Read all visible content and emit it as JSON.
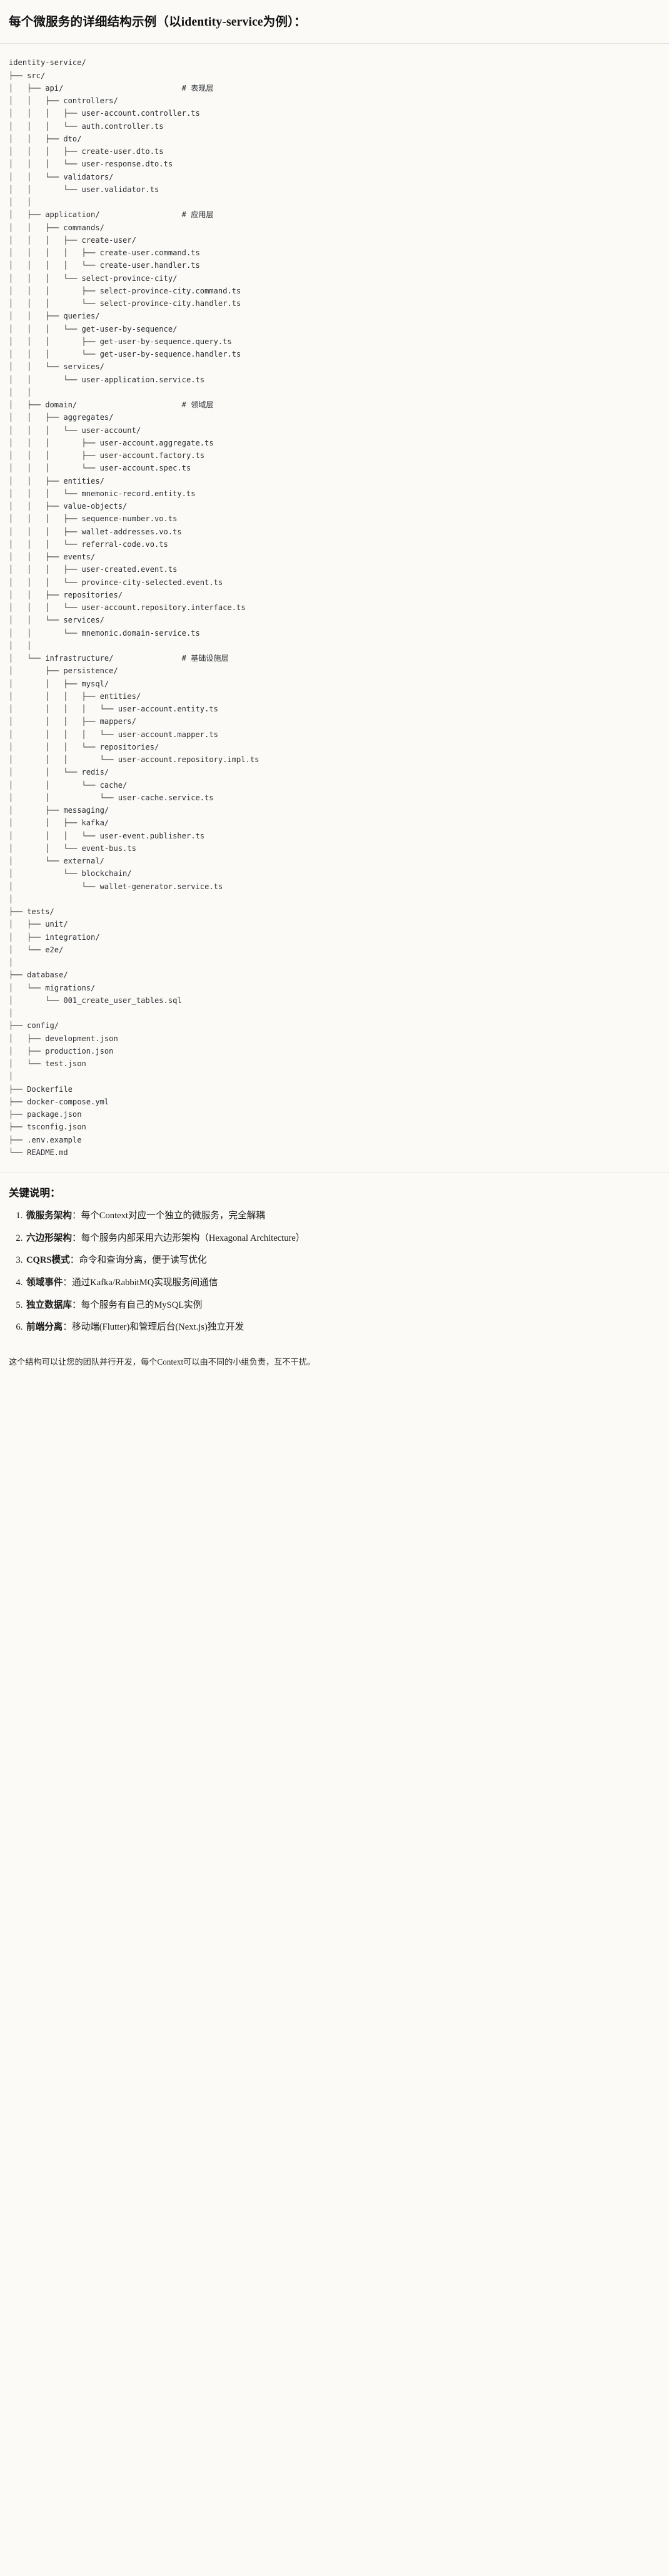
{
  "header": {
    "title": "每个微服务的详细结构示例（以identity-service为例）："
  },
  "tree": {
    "root": "identity-service/",
    "lines": [
      "identity-service/",
      "├── src/",
      "│   ├── api/                          # 表现层",
      "│   │   ├── controllers/",
      "│   │   │   ├── user-account.controller.ts",
      "│   │   │   └── auth.controller.ts",
      "│   │   ├── dto/",
      "│   │   │   ├── create-user.dto.ts",
      "│   │   │   └── user-response.dto.ts",
      "│   │   └── validators/",
      "│   │       └── user.validator.ts",
      "│   │",
      "│   ├── application/                  # 应用层",
      "│   │   ├── commands/",
      "│   │   │   ├── create-user/",
      "│   │   │   │   ├── create-user.command.ts",
      "│   │   │   │   └── create-user.handler.ts",
      "│   │   │   └── select-province-city/",
      "│   │   │       ├── select-province-city.command.ts",
      "│   │   │       └── select-province-city.handler.ts",
      "│   │   ├── queries/",
      "│   │   │   └── get-user-by-sequence/",
      "│   │   │       ├── get-user-by-sequence.query.ts",
      "│   │   │       └── get-user-by-sequence.handler.ts",
      "│   │   └── services/",
      "│   │       └── user-application.service.ts",
      "│   │",
      "│   ├── domain/                       # 领域层",
      "│   │   ├── aggregates/",
      "│   │   │   └── user-account/",
      "│   │   │       ├── user-account.aggregate.ts",
      "│   │   │       ├── user-account.factory.ts",
      "│   │   │       └── user-account.spec.ts",
      "│   │   ├── entities/",
      "│   │   │   └── mnemonic-record.entity.ts",
      "│   │   ├── value-objects/",
      "│   │   │   ├── sequence-number.vo.ts",
      "│   │   │   ├── wallet-addresses.vo.ts",
      "│   │   │   └── referral-code.vo.ts",
      "│   │   ├── events/",
      "│   │   │   ├── user-created.event.ts",
      "│   │   │   └── province-city-selected.event.ts",
      "│   │   ├── repositories/",
      "│   │   │   └── user-account.repository.interface.ts",
      "│   │   └── services/",
      "│   │       └── mnemonic.domain-service.ts",
      "│   │",
      "│   └── infrastructure/               # 基础设施层",
      "│       ├── persistence/",
      "│       │   ├── mysql/",
      "│       │   │   ├── entities/",
      "│       │   │   │   └── user-account.entity.ts",
      "│       │   │   ├── mappers/",
      "│       │   │   │   └── user-account.mapper.ts",
      "│       │   │   └── repositories/",
      "│       │   │       └── user-account.repository.impl.ts",
      "│       │   └── redis/",
      "│       │       └── cache/",
      "│       │           └── user-cache.service.ts",
      "│       ├── messaging/",
      "│       │   ├── kafka/",
      "│       │   │   └── user-event.publisher.ts",
      "│       │   └── event-bus.ts",
      "│       └── external/",
      "│           └── blockchain/",
      "│               └── wallet-generator.service.ts",
      "│",
      "├── tests/",
      "│   ├── unit/",
      "│   ├── integration/",
      "│   └── e2e/",
      "│",
      "├── database/",
      "│   └── migrations/",
      "│       └── 001_create_user_tables.sql",
      "│",
      "├── config/",
      "│   ├── development.json",
      "│   ├── production.json",
      "│   └── test.json",
      "│",
      "├── Dockerfile",
      "├── docker-compose.yml",
      "├── package.json",
      "├── tsconfig.json",
      "├── .env.example",
      "└── README.md"
    ],
    "comments": [
      {
        "label": "# 表现层",
        "for": "api/"
      },
      {
        "label": "# 应用层",
        "for": "application/"
      },
      {
        "label": "# 领域层",
        "for": "domain/"
      },
      {
        "label": "# 基础设施层",
        "for": "infrastructure/"
      }
    ]
  },
  "notes": {
    "title": "关键说明：",
    "items": [
      {
        "key": "微服务架构",
        "sep": "：",
        "text": "每个Context对应一个独立的微服务，完全解耦"
      },
      {
        "key": "六边形架构",
        "sep": "：",
        "text": "每个服务内部采用六边形架构（Hexagonal Architecture）"
      },
      {
        "key": "CQRS模式",
        "sep": "：",
        "text": "命令和查询分离，便于读写优化"
      },
      {
        "key": "领域事件",
        "sep": "：",
        "text": "通过Kafka/RabbitMQ实现服务间通信"
      },
      {
        "key": "独立数据库",
        "sep": "：",
        "text": "每个服务有自己的MySQL实例"
      },
      {
        "key": "前端分离",
        "sep": "：",
        "text": "移动端(Flutter)和管理后台(Next.js)独立开发"
      }
    ],
    "footer": "这个结构可以让您的团队并行开发，每个Context可以由不同的小组负责，互不干扰。"
  }
}
